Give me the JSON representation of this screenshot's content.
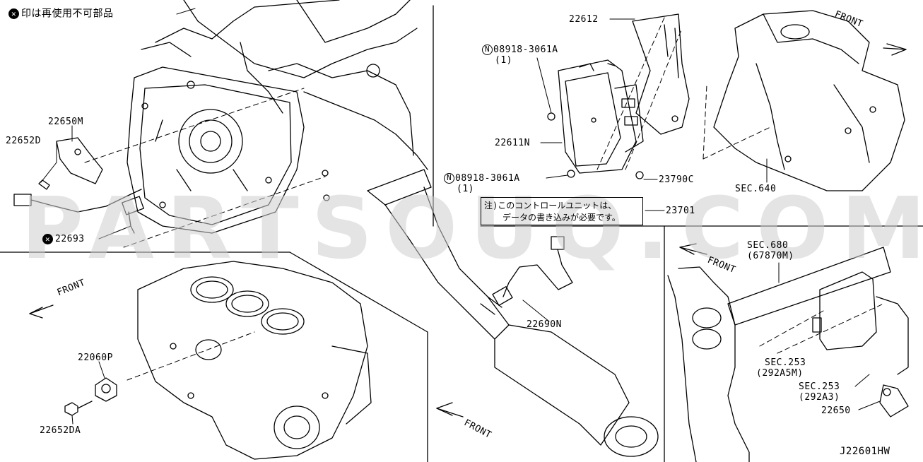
{
  "notice": {
    "mark": "✕",
    "text": "印は再使用不可部品"
  },
  "watermark": "PARTSOUQ.COM",
  "drawing_id": "J22601HW",
  "front_labels": [
    "FRONT",
    "FRONT",
    "FRONT",
    "FRONT"
  ],
  "callouts": {
    "c22612": "22612",
    "c08918a_part": "08918-3061A",
    "c08918a_qty": "(1)",
    "c22611N": "22611N",
    "c08918b_part": "08918-3061A",
    "c08918b_qty": "(1)",
    "c23790C": "23790C",
    "c23701": "23701",
    "sec640": "SEC.640",
    "c22650M": "22650M",
    "c22652D": "22652D",
    "c22693": "22693",
    "c22690N": "22690N",
    "c22060P": "22060P",
    "c22652DA": "22652DA",
    "sec680": "SEC.680",
    "sec680_ref": "(67870M)",
    "sec253a": "SEC.253",
    "sec253a_ref": "(292A5M)",
    "sec253b": "SEC.253",
    "sec253b_ref": "(292A3)",
    "c22650": "22650"
  },
  "n_mark": "N",
  "x_mark": "✕",
  "note": {
    "line1": "注)このコントロールユニットは、",
    "line2": "データの書き込みが必要です。"
  }
}
